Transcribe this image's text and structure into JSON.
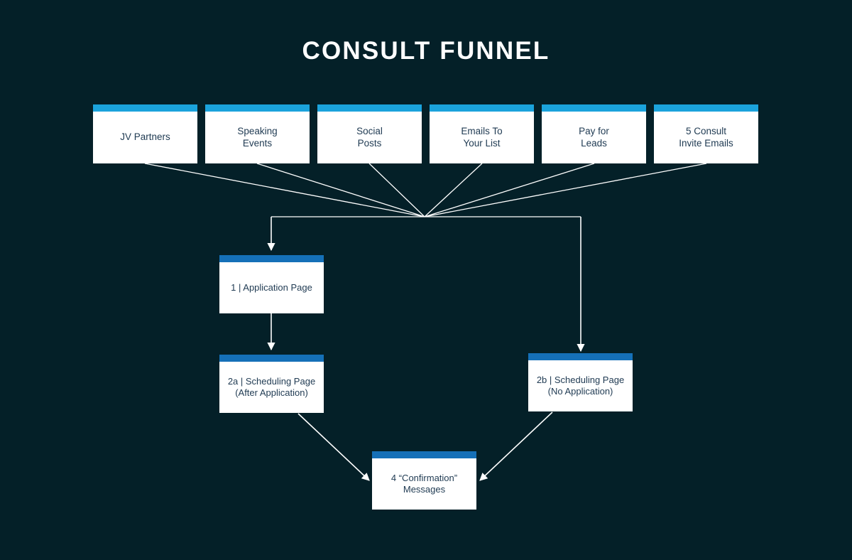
{
  "title": "CONSULT FUNNEL",
  "colors": {
    "background": "#042028",
    "top_bar_bright": "#1ba3dc",
    "top_bar_deep": "#1570b8",
    "box_fill": "#ffffff",
    "box_text": "#1f3a52",
    "connector": "#ffffff",
    "title_text": "#ffffff"
  },
  "sources": [
    {
      "label": "JV Partners"
    },
    {
      "label": "Speaking\nEvents"
    },
    {
      "label": "Social\nPosts"
    },
    {
      "label": "Emails To\nYour List"
    },
    {
      "label": "Pay for\nLeads"
    },
    {
      "label": "5 Consult\nInvite Emails"
    }
  ],
  "stages": {
    "application": "1 | Application Page",
    "scheduling_after": "2a | Scheduling Page\n(After Application)",
    "scheduling_none": "2b | Scheduling Page\n(No Application)",
    "confirmation": "4 “Confirmation”\nMessages"
  }
}
